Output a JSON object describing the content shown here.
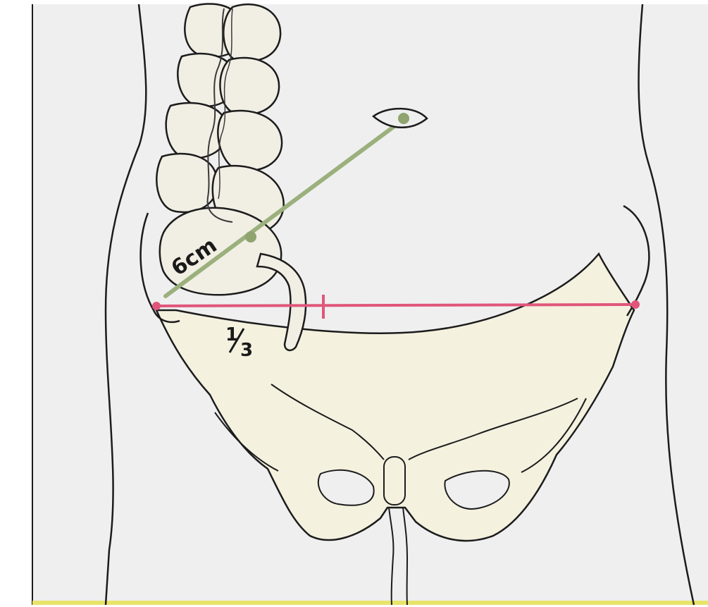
{
  "labels": {
    "distance": "6cm",
    "fraction_numerator": "1",
    "fraction_denominator": "3"
  },
  "colors": {
    "background": "#efeff0",
    "outline": "#1c1c1c",
    "bone_fill": "#f4f1df",
    "colon_fill": "#f1efe4",
    "bowel_detail": "#3a3a3a",
    "green_line": "#9bb07c",
    "green_marker": "#8fa46f",
    "red_line": "#e0567a",
    "frame_bottom": "#e8e46a"
  },
  "icons": {
    "eye": "eye-icon"
  }
}
